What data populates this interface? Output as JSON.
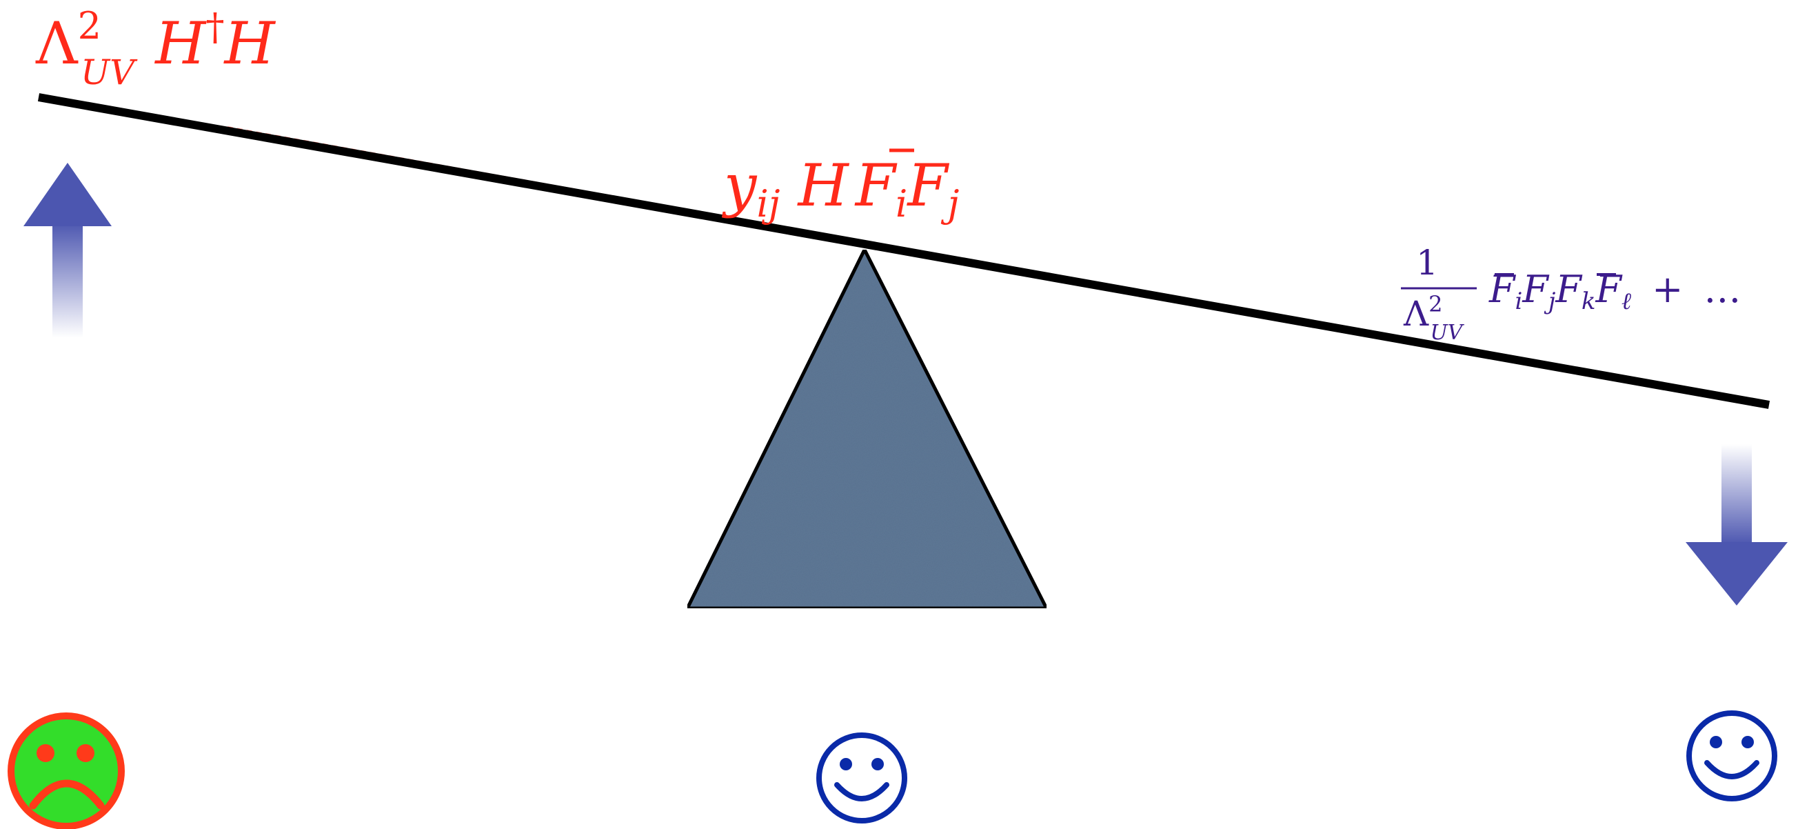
{
  "labels": {
    "left_term": {
      "lambda": "Λ",
      "sup": "2",
      "sub": "UV",
      "rest": "H",
      "dagger": "†",
      "rest2": "H"
    },
    "center_term": {
      "y": "y",
      "y_sub": "ij",
      "H": "H",
      "F1": "F",
      "F1_sub": "i",
      "F2": "F",
      "F2_sub": "j"
    },
    "right_term": {
      "numerator": "1",
      "denominator": "Λ",
      "denominator_sup": "2",
      "denominator_sub": "UV",
      "F1": "F",
      "F1_sub": "i",
      "F2": "F",
      "F2_sub": "j",
      "F3": "F",
      "F3_sub": "k",
      "F4": "F",
      "F4_sub": "ℓ",
      "plus": "+",
      "ellipsis": "…"
    }
  },
  "faces": {
    "left": "☹",
    "center": "☺",
    "right": "☺"
  },
  "colors": {
    "red": "#ff2a1a",
    "purple": "#3c1c8c",
    "blue": "#0a2aa8",
    "arrow_blue": "#4c56b0",
    "beam": "#000000",
    "fulcrum": "#5d7795",
    "sad_bg": "#33dd2a",
    "sad_fg": "#ff3a1a"
  }
}
